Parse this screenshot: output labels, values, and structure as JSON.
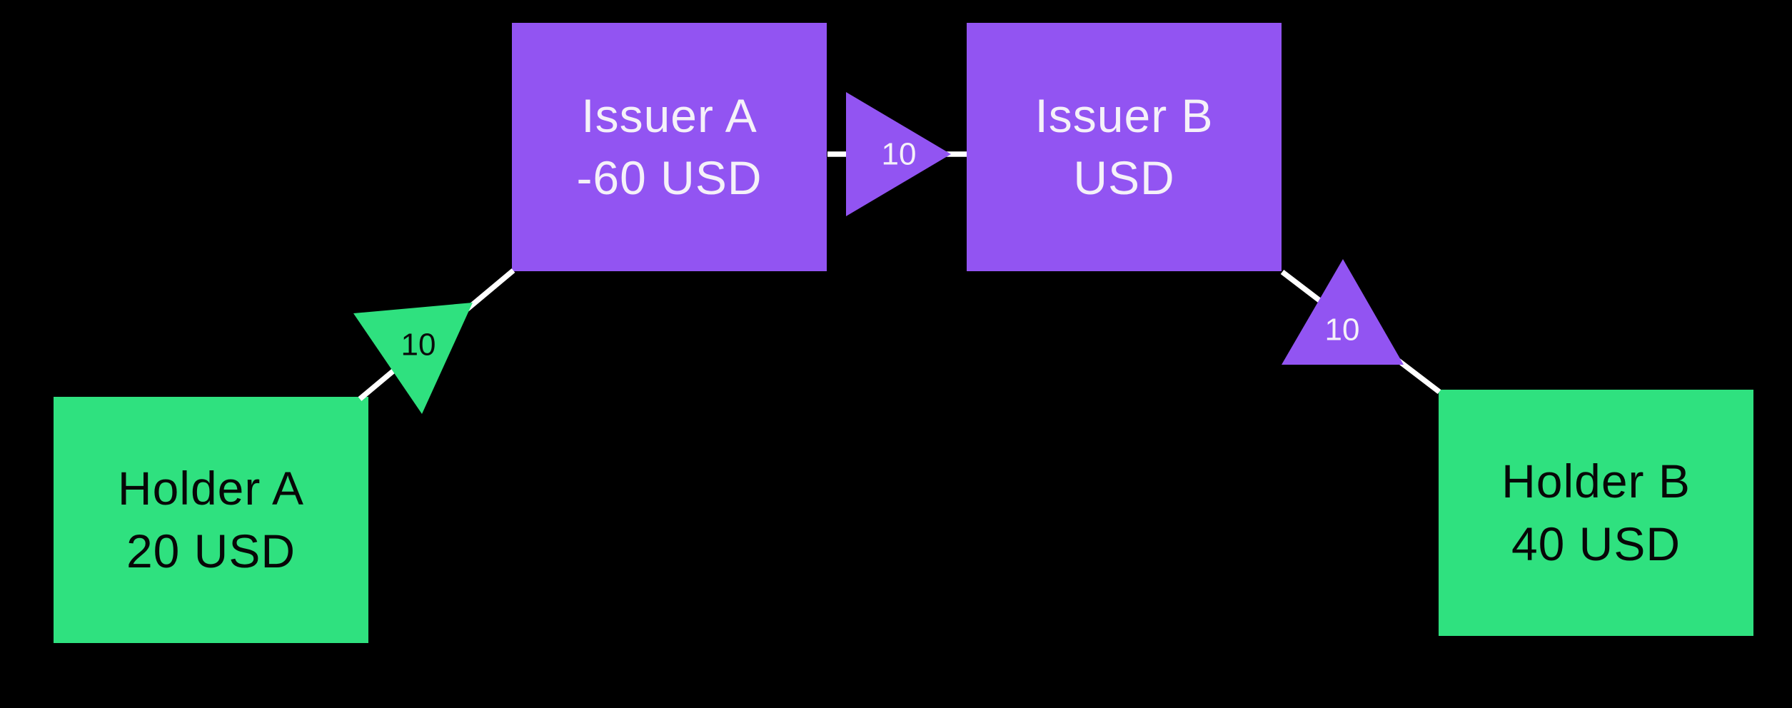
{
  "colors": {
    "background": "#000000",
    "issuer_fill": "#9254f2",
    "holder_fill": "#2fe17f",
    "issuer_text": "#f5f1f9",
    "holder_text": "#070707",
    "edge": "#ffffff",
    "label_on_purple": "#f5f1f9",
    "label_on_green": "#0a0a0a"
  },
  "nodes": {
    "issuer_a": {
      "line1": "Issuer A",
      "line2": "-60 USD"
    },
    "issuer_b": {
      "line1": "Issuer B",
      "line2": "USD"
    },
    "holder_a": {
      "line1": "Holder A",
      "line2": "20 USD"
    },
    "holder_b": {
      "line1": "Holder B",
      "line2": "40 USD"
    }
  },
  "edges": [
    {
      "between": [
        "Holder A",
        "Issuer A"
      ],
      "amount": "10",
      "arrow_color": "green",
      "arrow_points_toward": "Holder A"
    },
    {
      "between": [
        "Issuer A",
        "Issuer B"
      ],
      "amount": "10",
      "arrow_color": "purple",
      "arrow_points_toward": "Issuer B"
    },
    {
      "between": [
        "Issuer B",
        "Holder B"
      ],
      "amount": "10",
      "arrow_color": "purple",
      "arrow_points_toward": "Issuer B"
    }
  ]
}
